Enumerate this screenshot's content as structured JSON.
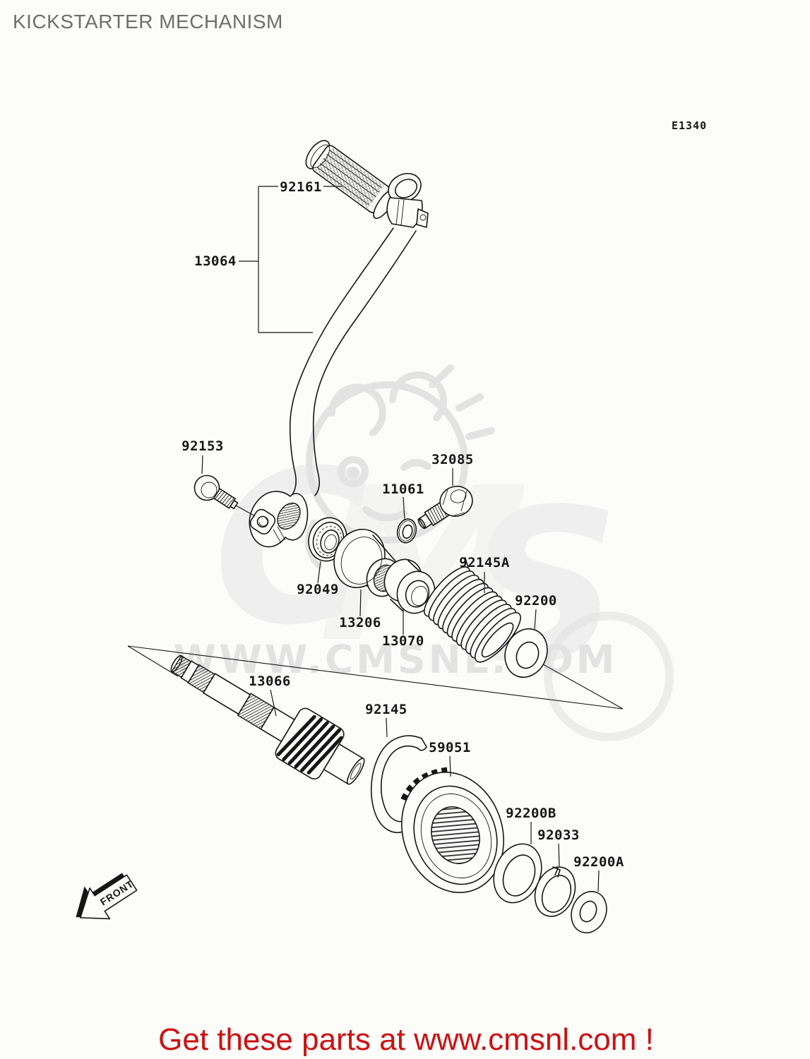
{
  "header": {
    "title": "KICKSTARTER MECHANISM",
    "figure_code": "E1340"
  },
  "diagram": {
    "front_marker": "FRONT",
    "watermark_text": "WWW.CMSNL.COM",
    "watermark_letters": [
      "C",
      "M",
      "S"
    ]
  },
  "footer": {
    "banner": "Get these parts at www.cmsnl.com !"
  },
  "colors": {
    "bg": "#fcfcfa",
    "line": "#161616",
    "title": "#6e6e6e",
    "red": "#cc1111",
    "wm": "#e3e3e3",
    "wm2": "#efefef"
  },
  "parts": [
    {
      "id": "92161"
    },
    {
      "id": "13064"
    },
    {
      "id": "92153"
    },
    {
      "id": "32085"
    },
    {
      "id": "11061"
    },
    {
      "id": "92049"
    },
    {
      "id": "13206"
    },
    {
      "id": "13070"
    },
    {
      "id": "92145A"
    },
    {
      "id": "92200"
    },
    {
      "id": "13066"
    },
    {
      "id": "92145"
    },
    {
      "id": "59051"
    },
    {
      "id": "92200B"
    },
    {
      "id": "92033"
    },
    {
      "id": "92200A"
    }
  ]
}
